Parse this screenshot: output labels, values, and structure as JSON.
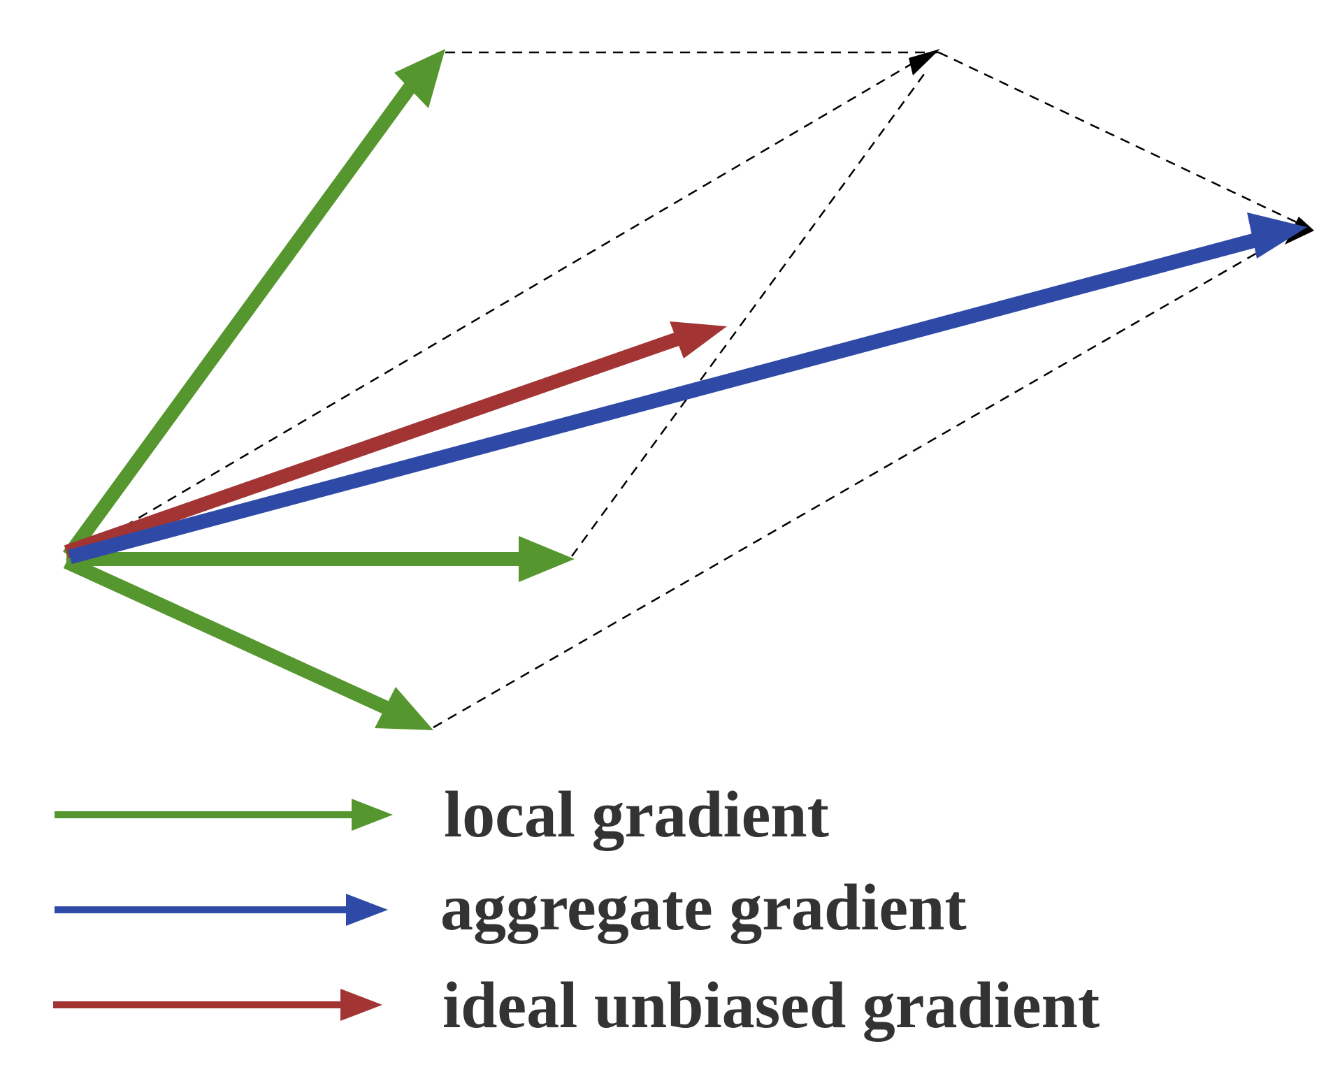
{
  "colors": {
    "local": "#56962f",
    "aggregate": "#2f4aa6",
    "ideal": "#a23434",
    "construction": "#000000",
    "label_text": "#333333"
  },
  "legend": {
    "items": [
      {
        "key": "local",
        "label": "local gradient"
      },
      {
        "key": "aggregate",
        "label": "aggregate gradient"
      },
      {
        "key": "ideal",
        "label": "ideal unbiased gradient"
      }
    ]
  }
}
